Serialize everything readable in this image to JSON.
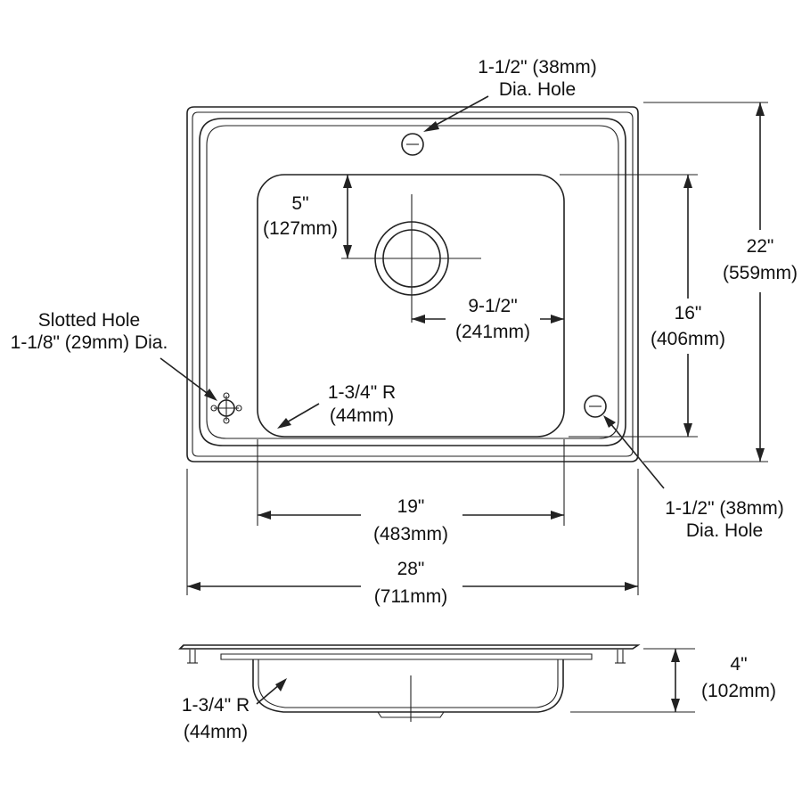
{
  "drawing": {
    "line_color": "#222222",
    "text_color": "#111111",
    "background": "#ffffff"
  },
  "labels": {
    "top_hole": {
      "line1": "1-1/2\" (38mm)",
      "line2": "Dia. Hole"
    },
    "right_hole": {
      "line1": "1-1/2\" (38mm)",
      "line2": "Dia. Hole"
    },
    "slotted_hole": {
      "line1": "Slotted Hole",
      "line2": "1-1/8\" (29mm) Dia."
    },
    "drain_offset": {
      "line1": "5\"",
      "line2": "(127mm)"
    },
    "drain_to_side": {
      "line1": "9-1/2\"",
      "line2": "(241mm)"
    },
    "bowl_radius": {
      "line1": "1-3/4\" R",
      "line2": "(44mm)"
    },
    "bowl_length": {
      "line1": "16\"",
      "line2": "(406mm)"
    },
    "overall_length": {
      "line1": "22\"",
      "line2": "(559mm)"
    },
    "bowl_width": {
      "line1": "19\"",
      "line2": "(483mm)"
    },
    "overall_width": {
      "line1": "28\"",
      "line2": "(711mm)"
    },
    "bowl_depth": {
      "line1": "4\"",
      "line2": "(102mm)"
    },
    "side_radius": {
      "line1": "1-3/4\" R",
      "line2": "(44mm)"
    }
  }
}
